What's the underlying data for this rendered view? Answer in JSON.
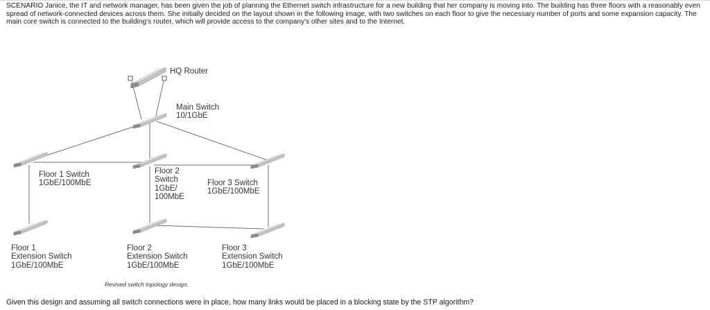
{
  "scenario": "SCENARIO Janice, the IT and network manager, has been given the job of planning the Ethernet switch infrastructure for a new building that her company is moving into. The building has three floors with a reasonably even spread of network-connected devices across them. She initially decided on the layout shown in the following image, with two switches on each floor to give the necessary number of ports and some expansion capacity. The main core switch is connected to the building's router, which will provide access to the company's other sites and to the Internet.",
  "diagram": {
    "labels": {
      "hq_router": "HQ Router",
      "main_switch": "Main Switch\n10/1GbE",
      "floor1_switch": "Floor 1 Switch\n1GbE/100MbE",
      "floor2_switch": "Floor 2\nSwitch\n1GbE/\n100MbE",
      "floor3_switch": "Floor 3 Switch\n1GbE/100MbE",
      "floor1_ext": "Floor 1\nExtension Switch\n1GbE/100MbE",
      "floor2_ext": "Floor 2\nExtension Switch\n1GbE/100MbE",
      "floor3_ext": "Floor 3\nExtension Switch\n1GbE/100MbE"
    },
    "caption": "Revised switch topology design."
  },
  "question": "Given this design and assuming all switch connections were in place, how many links would be placed in a blocking state by the STP algorithm?",
  "colors": {
    "device_top": "#ededed",
    "device_side": "#9a9a9a",
    "link": "#6e6e6e"
  }
}
